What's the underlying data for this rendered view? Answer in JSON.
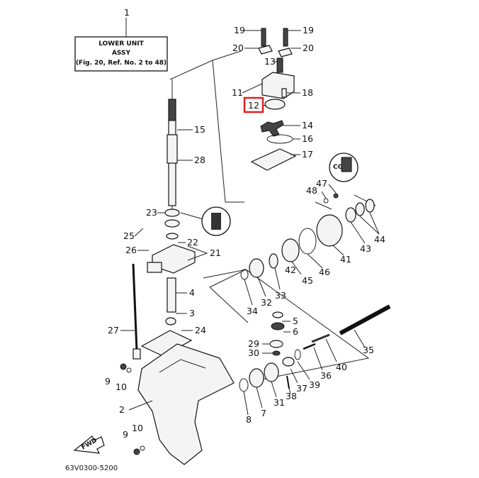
{
  "title_box": {
    "number": "1",
    "line1": "LOWER UNIT",
    "line2": "ASSY",
    "line3": "(Fig. 20, Ref. No. 2 to 48)"
  },
  "highlight_color": "#e02020",
  "highlighted_part": "12",
  "fwd_label": "FWD",
  "diagram_code": "63V0300-5200",
  "inset_label": "CG",
  "part_labels": {
    "p19a": "19",
    "p19b": "19",
    "p20a": "20",
    "p20b": "20",
    "p13": "13",
    "p11": "11",
    "p12": "12",
    "p18": "18",
    "p14": "14",
    "p16": "16",
    "p17": "17",
    "p15": "15",
    "p28": "28",
    "p23": "23",
    "p25": "25",
    "p22": "22",
    "p26": "26",
    "p21": "21",
    "p4": "4",
    "p3": "3",
    "p27": "27",
    "p24": "24",
    "p9a": "9",
    "p10a": "10",
    "p2": "2",
    "p9b": "9",
    "p10b": "10",
    "p47": "47",
    "p48": "48",
    "p44": "44",
    "p43": "43",
    "p41": "41",
    "p46": "46",
    "p45": "45",
    "p42": "42",
    "p33": "33",
    "p32": "32",
    "p34": "34",
    "p5": "5",
    "p6": "6",
    "p35": "35",
    "p29": "29",
    "p30": "30",
    "p36": "36",
    "p40": "40",
    "p39": "39",
    "p37": "37",
    "p38": "38",
    "p31": "31",
    "p7": "7",
    "p8": "8"
  }
}
